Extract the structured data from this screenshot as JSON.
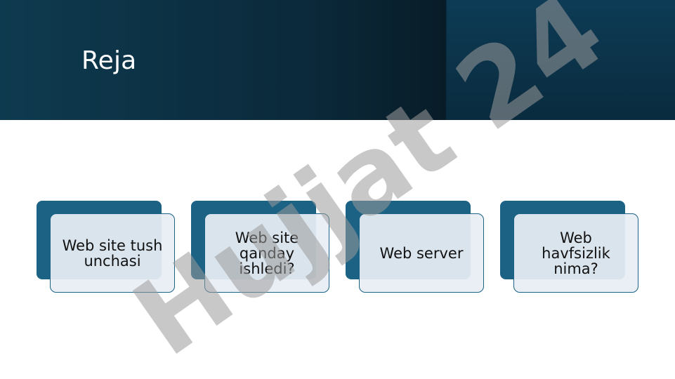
{
  "slide": {
    "title": "Reja"
  },
  "cards": [
    {
      "label": "Web site tushunchasi"
    },
    {
      "label": "Web site qanday ishledi?"
    },
    {
      "label": "Web server"
    },
    {
      "label": "Web havfsizlik nima?"
    }
  ],
  "watermark": {
    "text": "Hujjat 24"
  },
  "colors": {
    "header": "#0b2a3b",
    "card_back": "#1b6284",
    "card_front": "#e8eef5",
    "card_border": "#1b6284",
    "watermark_gray": "#9a9a9a",
    "watermark_purple": "#6b5bd6"
  }
}
